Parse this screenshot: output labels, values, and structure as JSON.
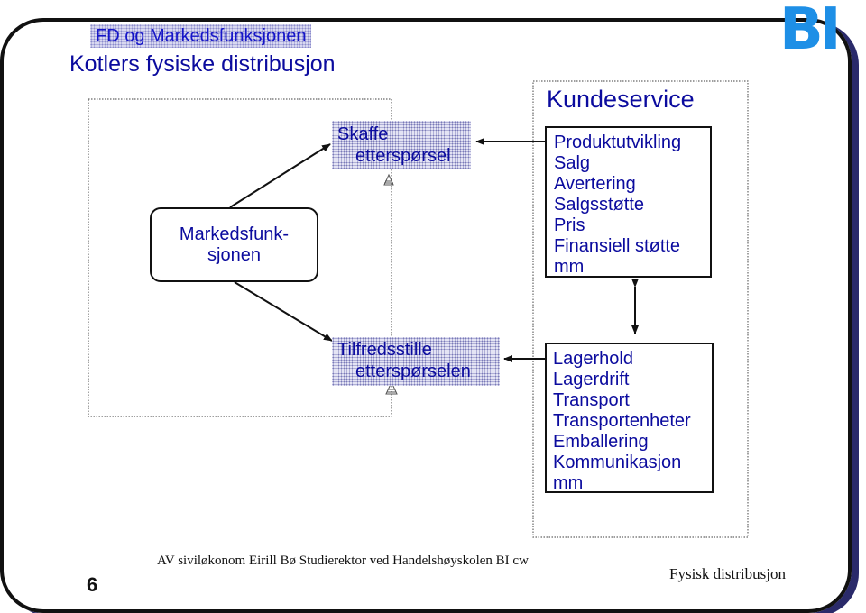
{
  "header": {
    "tag": "FD og Markedsfunksjonen",
    "title": "Kotlers fysiske distribusjon",
    "logo": "BI"
  },
  "diagram": {
    "center_node": [
      "Markedsfunk-",
      "sjonen"
    ],
    "demand_create": [
      "Skaffe",
      "etterspørsel"
    ],
    "demand_fulfil": [
      "Tilfredsstille",
      "etterspørselen"
    ],
    "customer_service": {
      "heading": "Kundeservice",
      "marketing_items": [
        "Produktutvikling",
        "Salg",
        "Avertering",
        "Salgsstøtte",
        "Pris",
        "Finansiell støtte",
        "mm"
      ],
      "logistics_items": [
        "Lagerhold",
        "Lagerdrift",
        "Transport",
        "Transportenheter",
        "Emballering",
        "Kommunikasjon",
        "mm"
      ]
    }
  },
  "footer": {
    "page_number": "6",
    "credit": "AV siviløkonom Eirill Bø Studierektor ved Handelshøyskolen BI cw",
    "section": "Fysisk distribusjon"
  },
  "colors": {
    "text_blue": "#0b0b9e",
    "logo_blue": "#1e8fe6",
    "frame": "#111111"
  }
}
